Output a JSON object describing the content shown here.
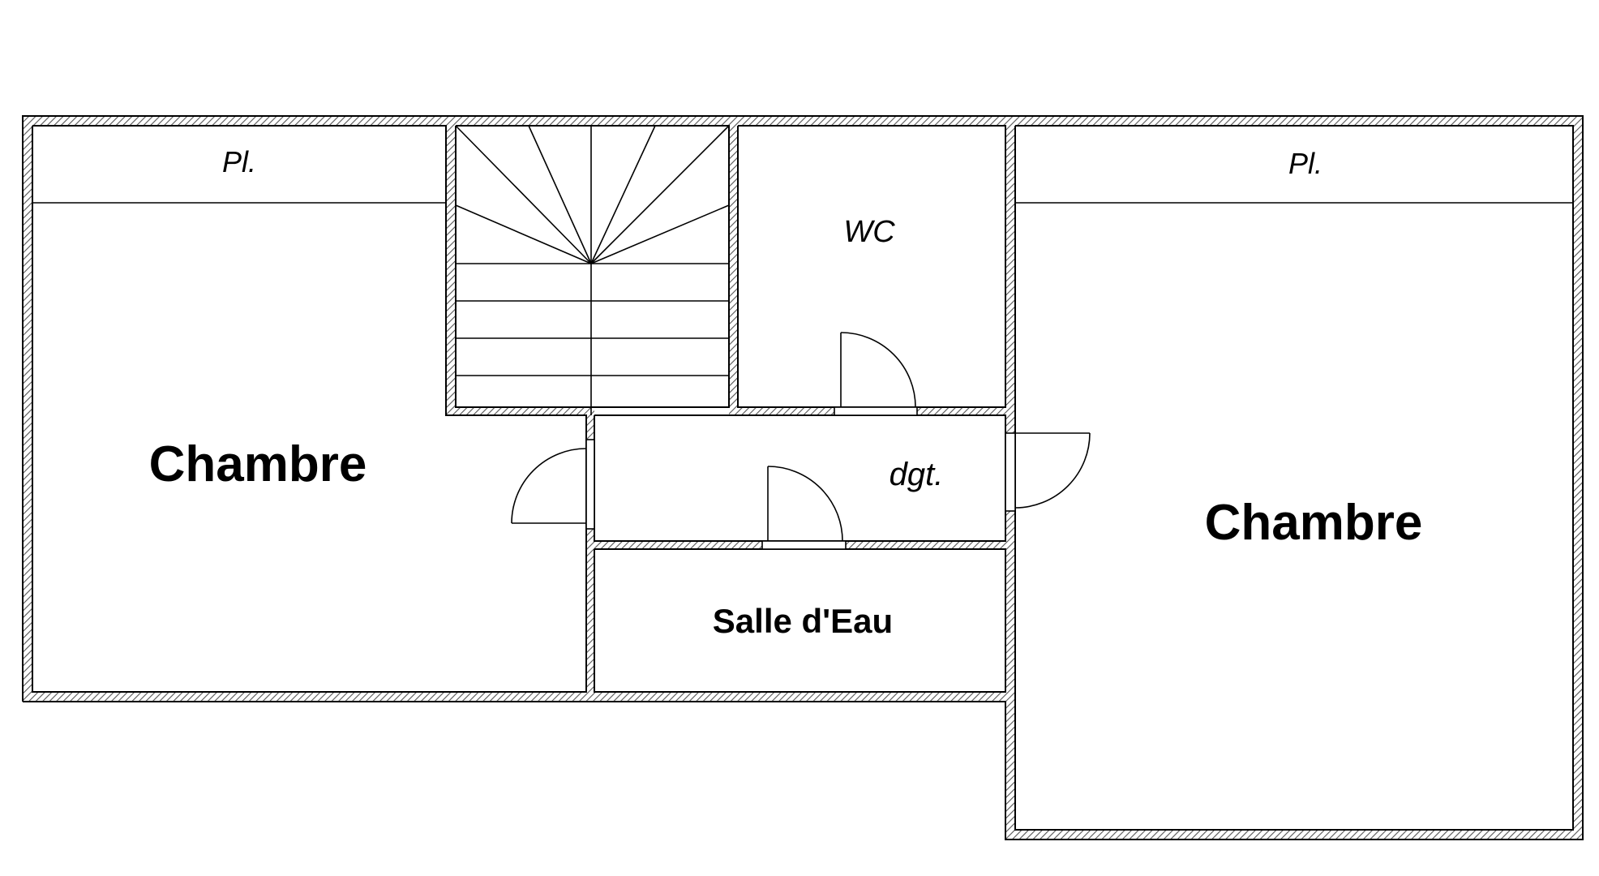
{
  "plan": {
    "rooms": {
      "chambre_left": "Chambre",
      "chambre_right": "Chambre",
      "salle_deau": "Salle d'Eau",
      "wc": "WC",
      "degagement": "dgt.",
      "placard_left": "Pl.",
      "placard_right": "Pl."
    },
    "colors": {
      "wall_line": "#000000",
      "wall_hatch": "#555555",
      "background": "#ffffff"
    }
  }
}
